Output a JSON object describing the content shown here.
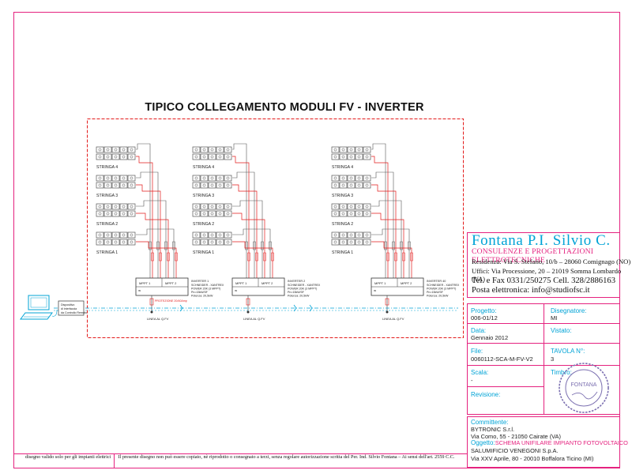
{
  "title": "TIPICO COLLEGAMENTO MODULI FV - INVERTER",
  "colors": {
    "border": "#e5227f",
    "cyan": "#00a3d6",
    "magenta": "#e5227f",
    "string_wire": "#e31b1b",
    "panel": "#555555"
  },
  "diagram": {
    "string_labels": [
      "STRINGA 4",
      "STRINGA 3",
      "STRINGA 2",
      "STRINGA 1"
    ],
    "mppt_labels": [
      "MPPT 1",
      "MPPT 2"
    ],
    "inverter_labels": [
      "INVERTER 1",
      "INVERTER 2",
      "INVERTER 40"
    ],
    "inverter_specs": [
      "SCHNEIDER - XANTREX",
      "POWER 20K (3 MPPT)",
      "Pn=15kW/3F",
      "Potenza: 20,5kW"
    ],
    "output_labels": [
      "LINEA AL Q.FV",
      "LINEA AL Q.FV",
      "LINEA AL Q.FV"
    ],
    "protection_label": "PROTEZIONE 20/40Amp",
    "monitor_label": "Dispositivo di interfaccia da Controllo Remoto"
  },
  "company": {
    "name": "Fontana P.I. Silvio C.",
    "tagline": "CONSULENZE E PROGETTAZIONI ELETTROTECNICHE",
    "address1": "Residenza: Via S. Stefano, 10/b – 28060 Comignago (NO)",
    "address2": "Uffici: Via Processione, 20 – 21019 Somma Lombardo (VA)",
    "phone": "Tel. e Fax 0331/250275 Cell. 328/2886163",
    "email": "Posta elettronica: info@studiofsc.it"
  },
  "title_block": {
    "progetto_label": "Progetto:",
    "progetto_value": "006-01/12",
    "disegnatore_label": "Disegnatore:",
    "disegnatore_value": "MI",
    "data_label": "Data:",
    "data_value": "Gennaio 2012",
    "vistato_label": "Vistato:",
    "file_label": "File:",
    "file_value": "0060112-SCA-M-FV-V2",
    "tavola_label": "TAVOLA N°:",
    "tavola_value": "3",
    "scala_label": "Scala:",
    "scala_value": "-",
    "timbro_label": "Timbro:",
    "revisione_label": "Revisione:"
  },
  "client": {
    "committente_label": "Committente:",
    "committente_name": "BYTRONIC S.r.l.",
    "committente_address": "Via Como, 55 - 21050 Cairate (VA)",
    "oggetto_label": "Oggetto:",
    "oggetto_value": "SCHEMA UNIFILARE IMPIANTO FOTOVOLTAICO",
    "site_name": "SALUMIFICIO VENEGONI S.p.A.",
    "site_address": "Via XXV Aprile, 80 - 20010 Boffalora Ticino (MI)"
  },
  "disclaimer": {
    "left": "disegno valido solo per gli impianti elettrici",
    "right": "Il presente disegno non può essere copiato, nè riprodotto o consegnato a terzi, senza regolare autorizzazione scritta del Per. Ind. Silvio Fontana – Ai sensi dell'art. 2559 C.C."
  },
  "stamp": {
    "text": "FONTANA"
  }
}
